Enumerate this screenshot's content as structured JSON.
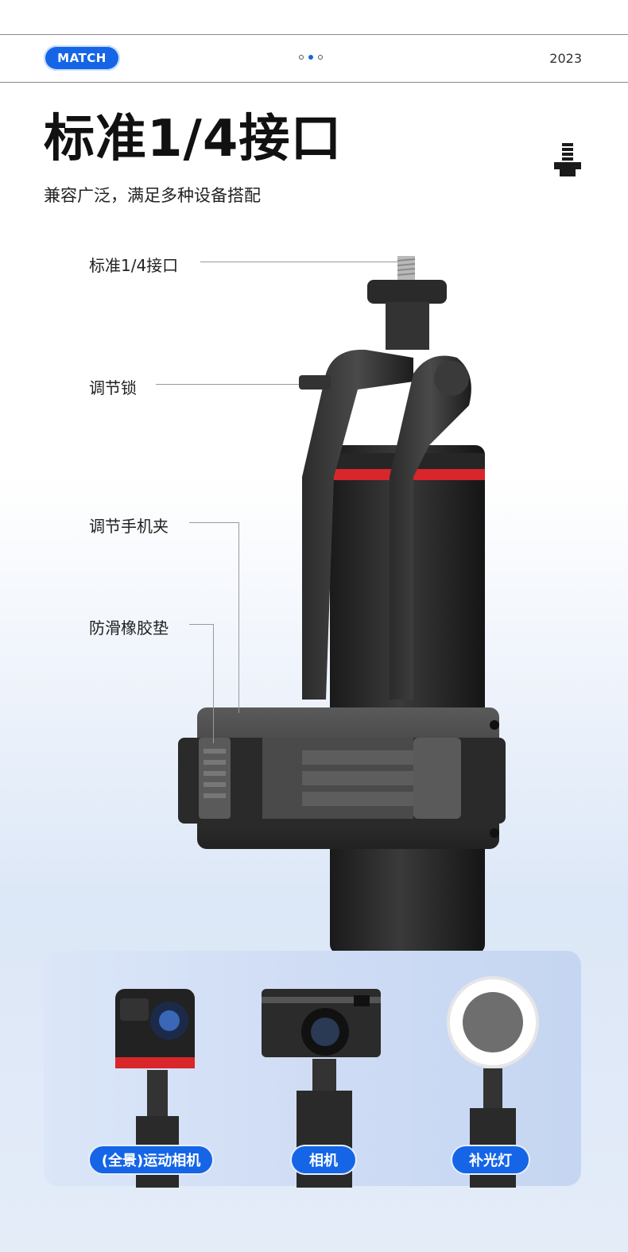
{
  "header": {
    "badge": "MATCH",
    "year": "2023",
    "pager": {
      "total": 3,
      "active": 2
    }
  },
  "hero": {
    "title": "标准1/4接口",
    "subtitle": "兼容广泛，满足多种设备搭配",
    "corner_icon": "screw-icon"
  },
  "callouts": {
    "screw": "标准1/4接口",
    "lock": "调节锁",
    "clamp": "调节手机夹",
    "pad": "防滑橡胶垫"
  },
  "devices": [
    {
      "label": "(全景)运动相机",
      "icon": "action-camera"
    },
    {
      "label": "相机",
      "icon": "camera"
    },
    {
      "label": "补光灯",
      "icon": "ring-light"
    }
  ],
  "colors": {
    "accent": "#1565e6",
    "product_red": "#d8262b",
    "product_dark": "#2a2a2a"
  }
}
